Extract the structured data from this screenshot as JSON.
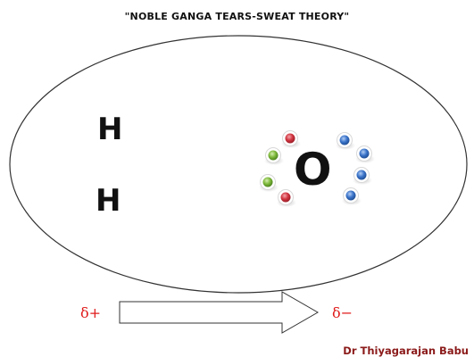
{
  "title": "\"NOBLE GANGA TEARS-SWEAT THEORY\"",
  "atoms": {
    "hydrogen_top": "H",
    "hydrogen_bottom": "H",
    "oxygen": "O"
  },
  "charges": {
    "positive": "δ+",
    "negative": "δ−"
  },
  "credit": "Dr Thiyagarajan Babu",
  "colors": {
    "electron_red": "#d0343f",
    "electron_green": "#7db83a",
    "electron_blue": "#3a73c9",
    "charge_text": "#e01b1b",
    "credit_text": "#8b1a1a"
  },
  "electrons": [
    {
      "color": "red"
    },
    {
      "color": "blue"
    },
    {
      "color": "green"
    },
    {
      "color": "blue"
    },
    {
      "color": "blue"
    },
    {
      "color": "green"
    },
    {
      "color": "red"
    },
    {
      "color": "blue"
    }
  ]
}
